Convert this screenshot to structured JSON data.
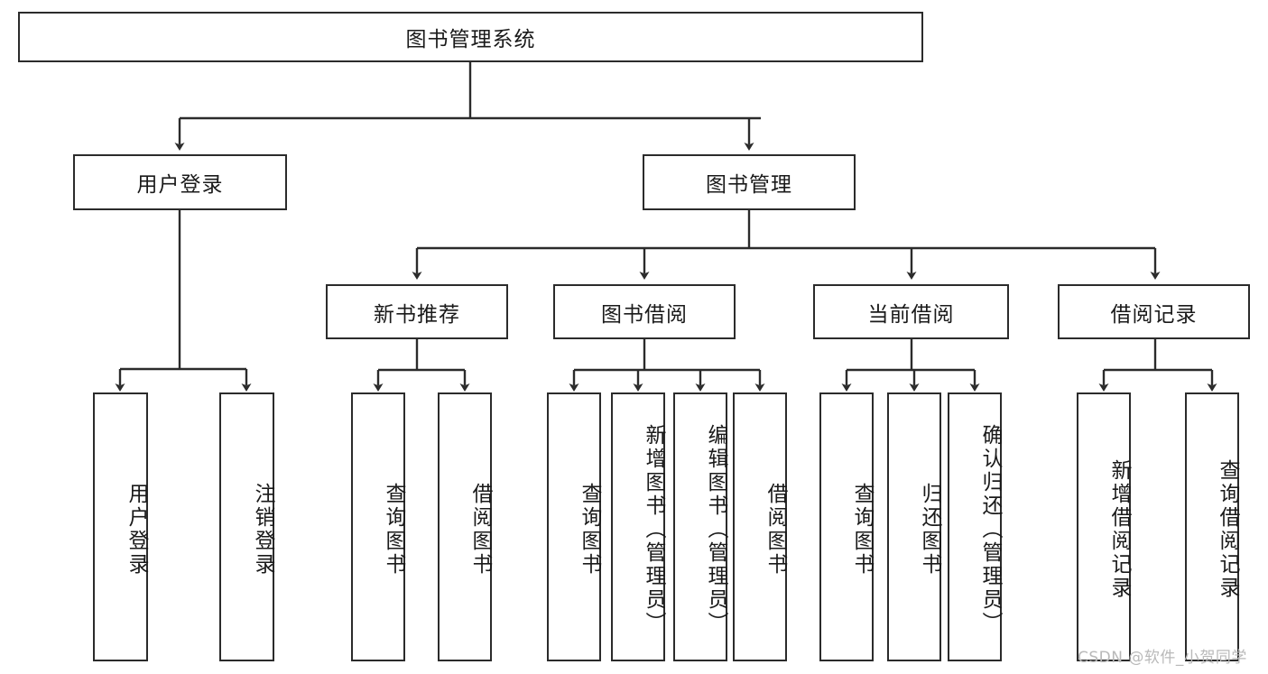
{
  "diagram": {
    "title_node": {
      "label": "图书管理系统"
    },
    "level2": [
      {
        "label": "用户登录"
      },
      {
        "label": "图书管理"
      }
    ],
    "level3": [
      {
        "label": "新书推荐"
      },
      {
        "label": "图书借阅"
      },
      {
        "label": "当前借阅"
      },
      {
        "label": "借阅记录"
      }
    ],
    "leaves": {
      "user_login": [
        {
          "label": "用户登录"
        },
        {
          "label": "注销登录"
        }
      ],
      "new_book_recommend": [
        {
          "label": "查询图书"
        },
        {
          "label": "借阅图书"
        }
      ],
      "book_borrow": [
        {
          "label": "查询图书"
        },
        {
          "label": "新增图书（管理员）"
        },
        {
          "label": "编辑图书（管理员）"
        },
        {
          "label": "借阅图书"
        }
      ],
      "current_borrow": [
        {
          "label": "查询图书"
        },
        {
          "label": "归还图书"
        },
        {
          "label": "确认归还（管理员）"
        }
      ],
      "borrow_record": [
        {
          "label": "新增借阅记录"
        },
        {
          "label": "查询借阅记录"
        }
      ]
    }
  },
  "watermark": {
    "text": "CSDN @软件_小贺同学"
  },
  "colors": {
    "box_border": "#2b2b2b",
    "box_fill": "#ffffff",
    "line": "#2b2b2b",
    "text": "#1a1a1a",
    "watermark": "#b9b9b9"
  }
}
